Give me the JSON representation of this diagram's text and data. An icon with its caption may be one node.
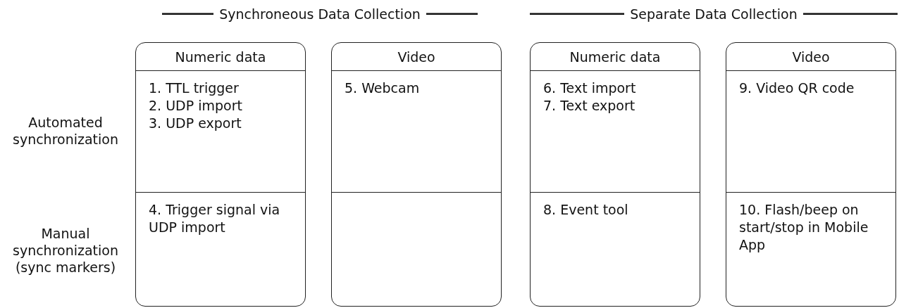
{
  "diagram": {
    "nodes": [
      {
        "text": [
          "Numeric data"
        ]
      },
      {
        "text": [
          "1. TTL trigger",
          "2. UDP import",
          "3. UDP export"
        ],
        "in": 0
      },
      {
        "text": [
          "4. Trigger signal via UDP import"
        ],
        "in": 0
      },
      {
        "text": [
          "Video"
        ]
      },
      {
        "text": [
          "5. Webcam"
        ],
        "in": 3
      },
      {
        "text": [],
        "shape": "box",
        "in": 3
      },
      {
        "text": [
          "Numeric data"
        ]
      },
      {
        "text": [
          "6. Text import",
          "7. Text export"
        ],
        "in": 6
      },
      {
        "text": [
          "8. Event tool"
        ],
        "in": 6
      },
      {
        "text": [
          "Video"
        ]
      },
      {
        "text": [
          "9. Video QR code"
        ],
        "in": 9
      },
      {
        "text": [
          "10. Flash/beep on start/stop in Mobile App"
        ],
        "in": 9
      }
    ],
    "labels": [
      "Synchroneous Data Collection",
      "Separate Data Collection",
      "Automated synchronization",
      "Manual synchronization (sync markers)"
    ]
  }
}
